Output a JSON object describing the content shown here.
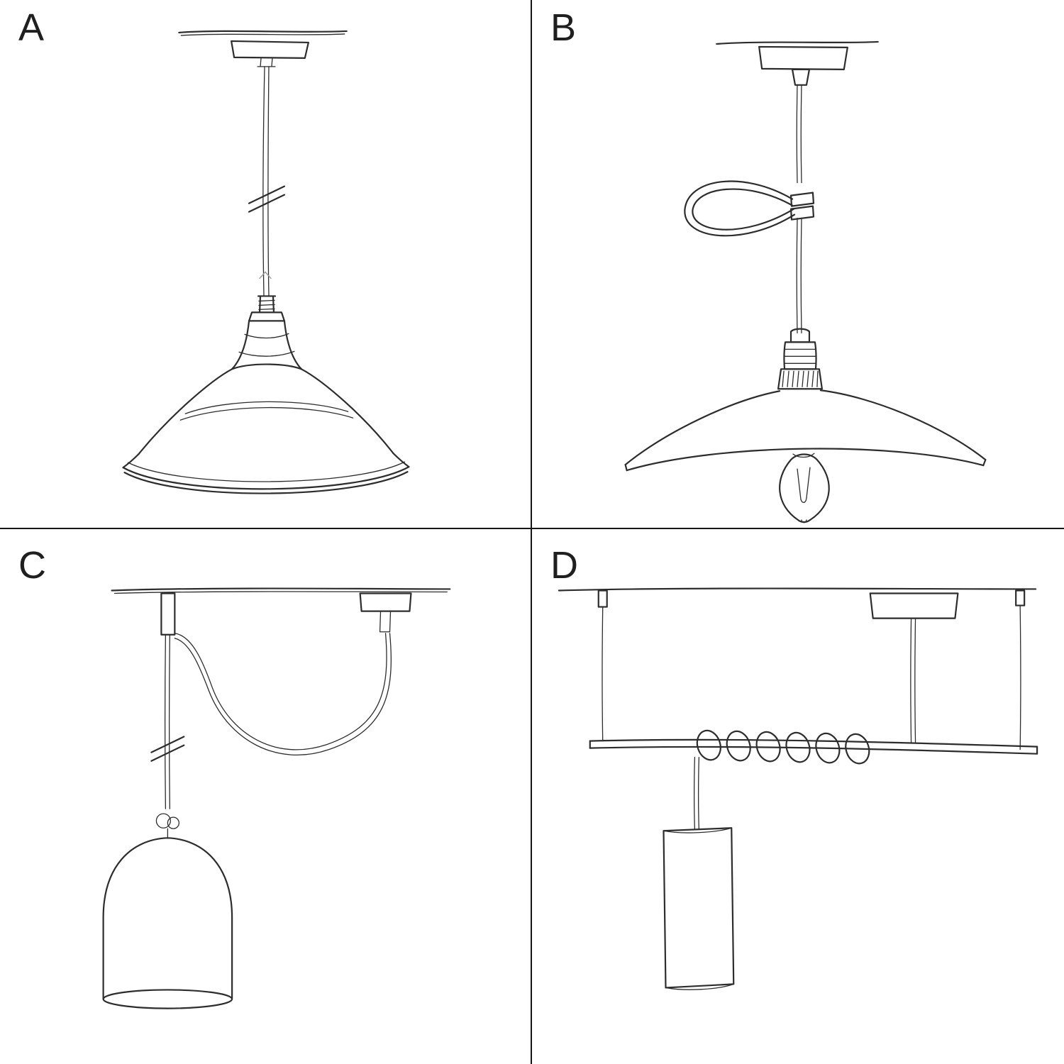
{
  "colors": {
    "background": "#ffffff",
    "ink": "#2d2d2d",
    "divider": "#151515"
  },
  "panels": [
    {
      "label": "A",
      "sketch": "pendant-with-industrial-bowl-shade-sketch"
    },
    {
      "label": "B",
      "sketch": "pendant-with-flat-plate-shade-and-edison-bulb-sketch"
    },
    {
      "label": "C",
      "sketch": "swag-pendant-with-hook-and-bell-shade-sketch"
    },
    {
      "label": "D",
      "sketch": "suspended-bar-with-coiled-cable-and-cylinder-pendant-sketch"
    }
  ]
}
